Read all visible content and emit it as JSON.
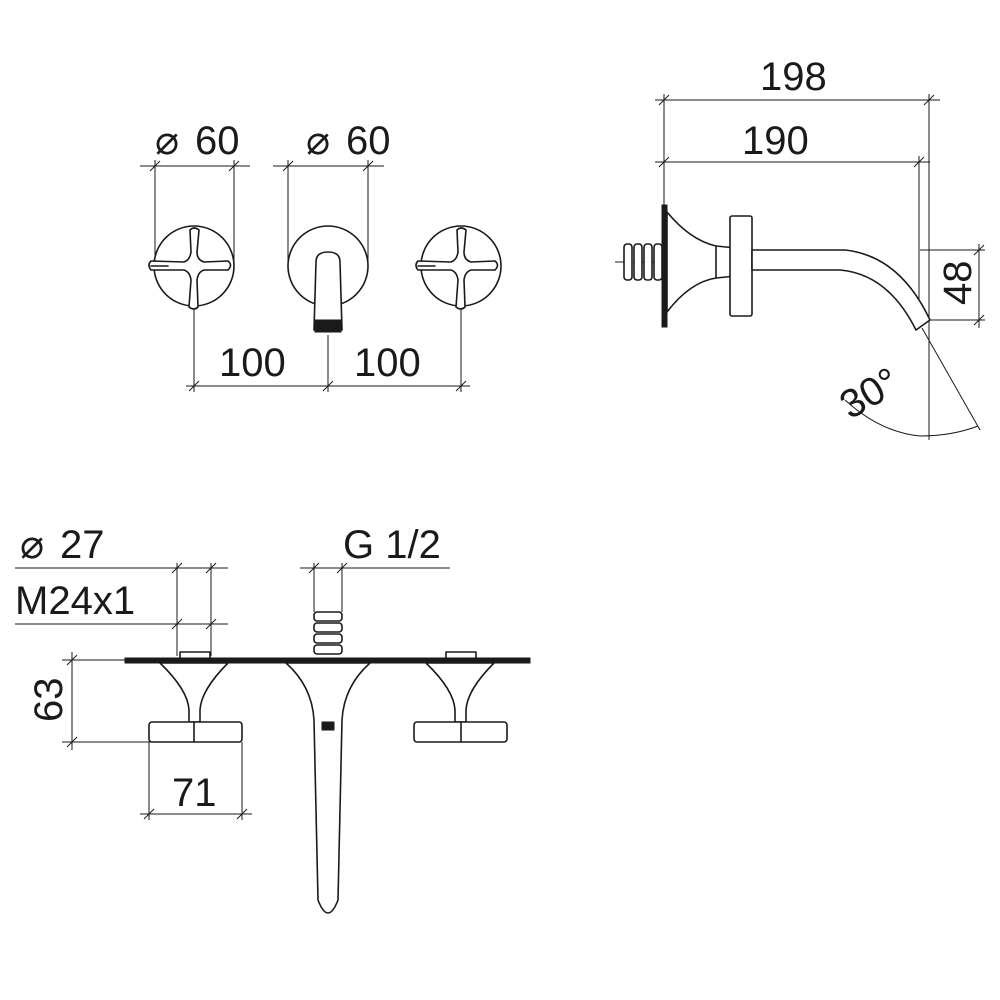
{
  "drawing": {
    "front_view": {
      "left_handle_diameter": "60",
      "right_escutcheon_diameter": "60",
      "spacing_left": "100",
      "spacing_right": "100"
    },
    "side_view": {
      "overall_length": "198",
      "projection": "190",
      "height": "48",
      "angle": "30°"
    },
    "top_view": {
      "spindle_diameter": "27",
      "thread": "M24x1",
      "connection": "G 1/2",
      "depth": "63",
      "handle_width": "71"
    },
    "diameter_symbol": "⌀"
  }
}
